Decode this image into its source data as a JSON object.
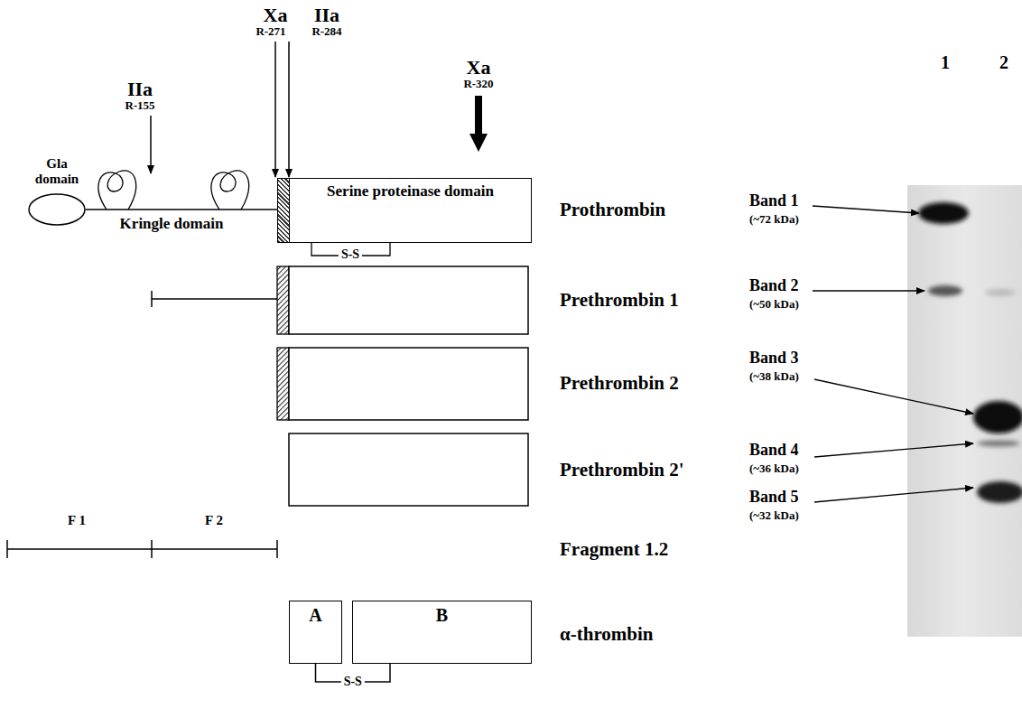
{
  "diagram": {
    "nodes": [
      {
        "text": [
          "Gla domain"
        ]
      },
      {
        "text": [
          "Serine proteinase domain"
        ]
      },
      {
        "text": [
          "A"
        ]
      },
      {
        "text": [
          "B"
        ]
      }
    ],
    "edges": [
      {
        "from": 0,
        "to": 1,
        "arrow": "none"
      },
      {
        "from": 2,
        "to": 3,
        "label": "S-S",
        "arrow": "none"
      }
    ],
    "labels": [
      "IIa",
      "R-155",
      "Xa",
      "R-271",
      "IIa",
      "R-284",
      "Xa",
      "R-320",
      "Kringle domain",
      "S-S",
      "Prothrombin",
      "Prethrombin 1",
      "Prethrombin 2",
      "Prethrombin 2'",
      "Fragment 1.2",
      "α-thrombin",
      "F 1",
      "F 2",
      "1",
      "2",
      "Band 1",
      "(~72 kDa)",
      "Band 2",
      "(~50 kDa)",
      "Band 3",
      "(~38 kDa)",
      "Band 4",
      "(~36 kDa)",
      "Band 5",
      "(~32 kDa)"
    ]
  }
}
